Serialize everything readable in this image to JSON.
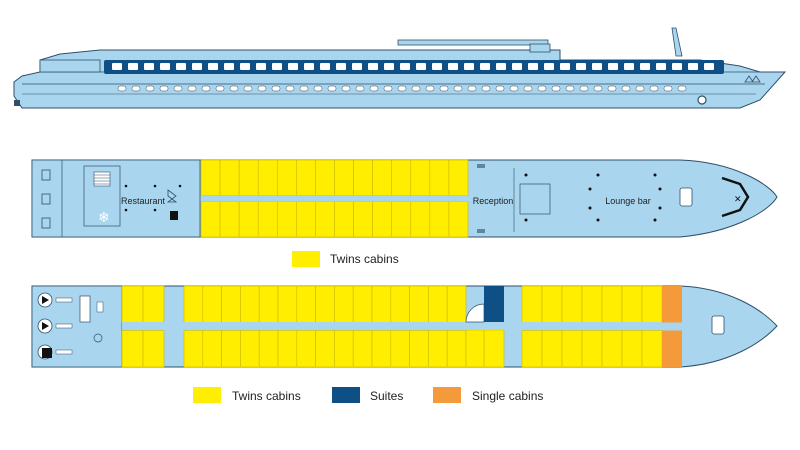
{
  "colors": {
    "hull": "#a9d6ee",
    "hull_dark": "#8cc4e2",
    "outline": "#2f4f6a",
    "twin": "#ffee00",
    "suite": "#0e4f86",
    "single": "#f59a3a",
    "stair": "#ffffff"
  },
  "upper_deck": {
    "rooms": {
      "restaurant": "Restaurant",
      "reception": "Reception",
      "lounge": "Lounge bar"
    },
    "legend": [
      {
        "label": "Twins cabins",
        "color": "twin"
      }
    ],
    "twin_cabins": {
      "columns": 14,
      "rows": 2
    }
  },
  "lower_deck": {
    "legend": [
      {
        "label": "Twins cabins",
        "color": "twin"
      },
      {
        "label": "Suites",
        "color": "suite"
      },
      {
        "label": "Single cabins",
        "color": "single"
      }
    ],
    "twin_blocks": [
      {
        "columns": 2,
        "rows": 2
      },
      {
        "columns": 15,
        "rows": 2
      },
      {
        "columns": 7,
        "rows": 2
      }
    ],
    "suites": 1,
    "single_cabins": 2
  },
  "icons": [
    "ship-profile-icon",
    "stairs-icon",
    "anchor-icon",
    "snowflake-icon",
    "engine-icon"
  ]
}
